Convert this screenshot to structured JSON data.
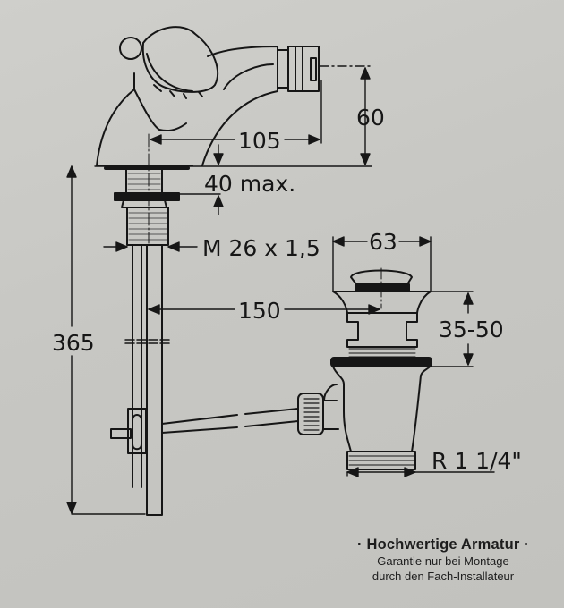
{
  "drawing": {
    "subject": "Bidet mixer faucet with pop-up waste",
    "dimensions": {
      "spout_reach": "105",
      "spout_height": "60",
      "deck_thickness": "40 max.",
      "thread": "M 26 x 1,5",
      "rod_distance": "150",
      "overall_height": "365",
      "waste_diameter": "63",
      "waste_adjust": "35-50",
      "waste_thread": "R 1 1/4\""
    },
    "colors": {
      "paper": "#c9c9c5",
      "ink": "#161616"
    }
  },
  "note": {
    "headline": "Hochwertige Armatur",
    "bullet": "·",
    "line1": "Garantie nur bei Montage",
    "line2": "durch den Fach-Installateur"
  }
}
